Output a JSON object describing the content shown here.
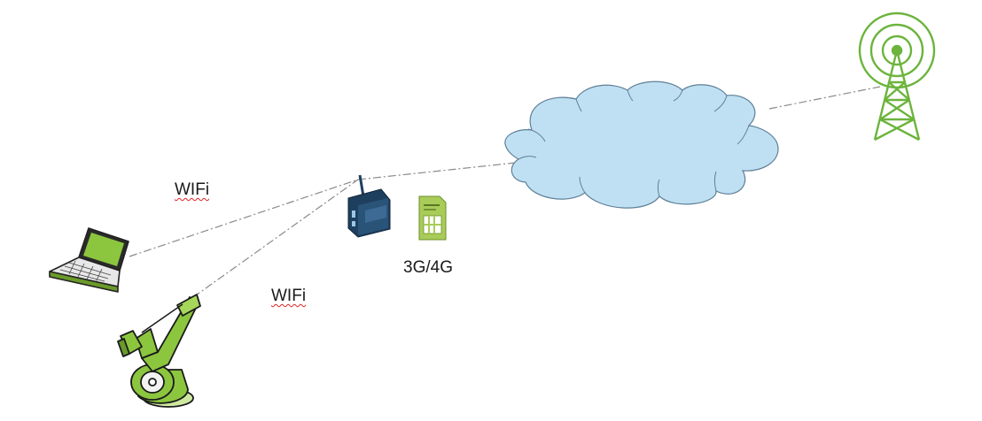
{
  "labels": {
    "wifi_laptop": "WIFi",
    "wifi_robot": "WIFi",
    "cellular": "3G/4G"
  },
  "nodes": {
    "laptop": "laptop-icon",
    "robot_arm": "robot-arm-icon",
    "router": "router-icon",
    "sim_card": "sim-card-icon",
    "cloud": "cloud-icon",
    "cell_tower": "cell-tower-icon"
  },
  "colors": {
    "device_green": "#8cc63f",
    "device_dark_green": "#4d7a1a",
    "router_blue": "#1f3f5f",
    "cloud_fill": "#bfe0f2",
    "cloud_stroke": "#5f7f96",
    "connector": "#888888"
  }
}
